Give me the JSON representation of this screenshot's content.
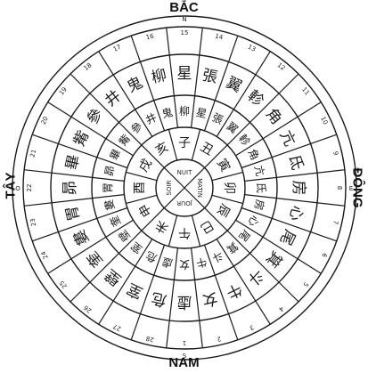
{
  "compass": {
    "north": "BẮC",
    "south": "NAM",
    "west": "TÂY",
    "east": "ĐÔNG",
    "north_letter": "N",
    "south_letter": "S",
    "west_letter": "O",
    "east_letter": "E"
  },
  "center": [
    "NUIT",
    "SOIR",
    "MATIN",
    "JOUR"
  ],
  "inner_ring": [
    "子",
    "丑",
    "寅",
    "卯",
    "辰",
    "巳",
    "午",
    "未",
    "申",
    "酉",
    "戌",
    "亥"
  ],
  "middle_ring": [
    "女",
    "牛",
    "斗",
    "箕",
    "尾",
    "心",
    "房",
    "氐",
    "亢",
    "角",
    "軫",
    "翼",
    "張",
    "星",
    "柳",
    "鬼",
    "井",
    "參",
    "觜",
    "畢",
    "昴",
    "胃",
    "婁",
    "奎",
    "壁",
    "室",
    "危",
    "虛"
  ],
  "outer_ring": [
    "虛",
    "女",
    "牛",
    "斗",
    "箕",
    "尾",
    "心",
    "房",
    "氐",
    "亢",
    "角",
    "軫",
    "翼",
    "張",
    "星",
    "柳",
    "鬼",
    "井",
    "參",
    "觜",
    "畢",
    "昴",
    "胃",
    "婁",
    "奎",
    "壁",
    "室",
    "危"
  ],
  "outer_numbers": [
    "1",
    "2",
    "3",
    "4",
    "5",
    "6",
    "7",
    "8",
    "9",
    "10",
    "11",
    "12",
    "13",
    "14",
    "15",
    "16",
    "17",
    "18",
    "19",
    "20",
    "21",
    "22",
    "23",
    "24",
    "25",
    "26",
    "27",
    "28"
  ]
}
